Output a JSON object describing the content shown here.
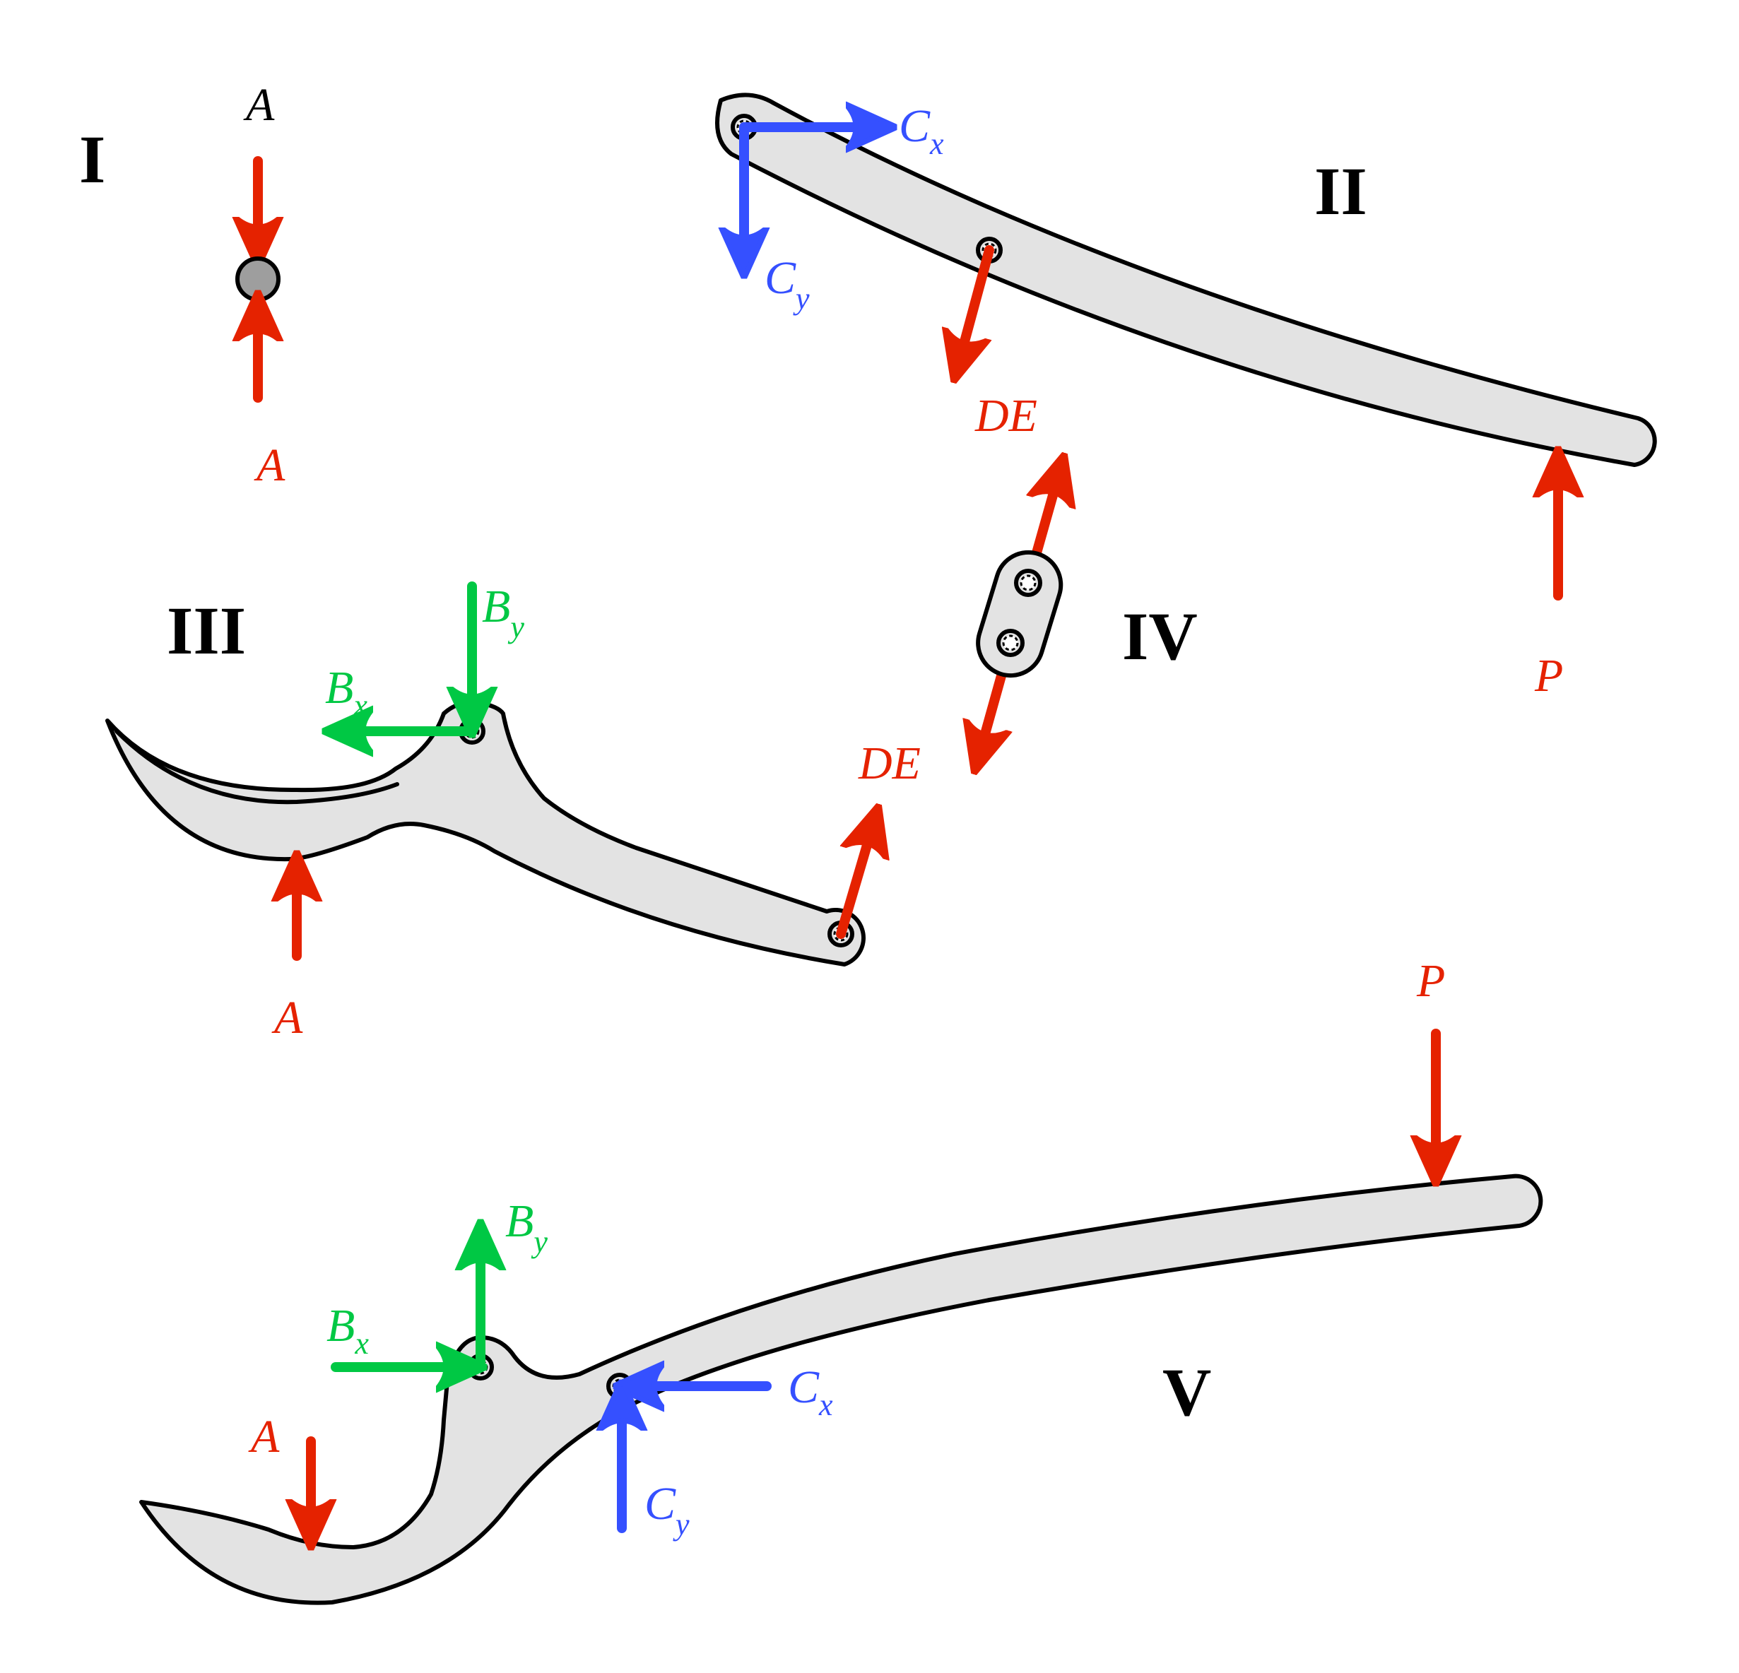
{
  "figure": {
    "title": "Free-body diagrams of pruning shears components",
    "colors": {
      "red_force": "#e52200",
      "blue_force": "#3550ff",
      "green_force": "#00c844",
      "part_fill": "#e3e3e3",
      "ball_fill": "#9e9e9e",
      "outline": "#000000"
    },
    "panels": [
      {
        "id": "I",
        "label": "I",
        "part": "pin/ball at A (two-force member)"
      },
      {
        "id": "II",
        "label": "II",
        "part": "upper handle"
      },
      {
        "id": "III",
        "label": "III",
        "part": "cutting blade"
      },
      {
        "id": "IV",
        "label": "IV",
        "part": "link DE"
      },
      {
        "id": "V",
        "label": "V",
        "part": "lower jaw / handle"
      }
    ],
    "forces": {
      "I": [
        {
          "name": "A",
          "label": "A",
          "color": "black",
          "direction": "down"
        },
        {
          "name": "A",
          "label": "A",
          "color": "red",
          "direction": "up"
        }
      ],
      "II": [
        {
          "name": "Cx",
          "base": "C",
          "sub": "x",
          "color": "blue",
          "direction": "right"
        },
        {
          "name": "Cy",
          "base": "C",
          "sub": "y",
          "color": "blue",
          "direction": "down"
        },
        {
          "name": "DE",
          "label": "DE",
          "color": "red",
          "direction": "down-left"
        },
        {
          "name": "P",
          "label": "P",
          "color": "red",
          "direction": "up"
        }
      ],
      "III": [
        {
          "name": "Bx",
          "base": "B",
          "sub": "x",
          "color": "green",
          "direction": "left"
        },
        {
          "name": "By",
          "base": "B",
          "sub": "y",
          "color": "green",
          "direction": "down"
        },
        {
          "name": "A",
          "label": "A",
          "color": "red",
          "direction": "up"
        },
        {
          "name": "DE",
          "label": "DE",
          "color": "red",
          "direction": "up-right"
        }
      ],
      "IV": [
        {
          "name": "DE",
          "label": "DE",
          "color": "red",
          "direction": "both (tension)"
        }
      ],
      "V": [
        {
          "name": "Bx",
          "base": "B",
          "sub": "x",
          "color": "green",
          "direction": "right"
        },
        {
          "name": "By",
          "base": "B",
          "sub": "y",
          "color": "green",
          "direction": "up"
        },
        {
          "name": "Cx",
          "base": "C",
          "sub": "x",
          "color": "blue",
          "direction": "left"
        },
        {
          "name": "Cy",
          "base": "C",
          "sub": "y",
          "color": "blue",
          "direction": "up"
        },
        {
          "name": "A",
          "label": "A",
          "color": "red",
          "direction": "down"
        },
        {
          "name": "P",
          "label": "P",
          "color": "red",
          "direction": "down"
        }
      ]
    }
  },
  "labels": {
    "I": "I",
    "II": "II",
    "III": "III",
    "IV": "IV",
    "V": "V",
    "A": "A",
    "P": "P",
    "DE": "DE",
    "B": "B",
    "C": "C",
    "x": "x",
    "y": "y"
  }
}
